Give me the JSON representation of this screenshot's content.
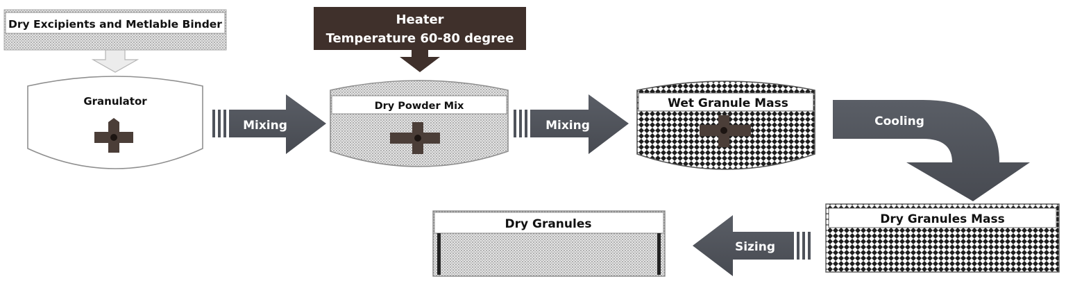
{
  "source_label": "Dry Excipients and Metlable Binder",
  "heater": {
    "title": "Heater",
    "subtitle": "Temperature 60-80 degree"
  },
  "granulator_label": "Granulator",
  "dry_powder_label": "Dry Powder Mix",
  "wet_granule_label": "Wet Granule Mass",
  "dry_granules_mass_label": "Dry Granules Mass",
  "dry_granules_label": "Dry Granules",
  "arrows": {
    "mixing_1": "Mixing",
    "mixing_2": "Mixing",
    "cooling": "Cooling",
    "sizing": "Sizing"
  },
  "colors": {
    "arrow": "#4f535b",
    "heater": "#3f302b",
    "impeller": "#4b3e38",
    "fine_pattern": "#8a8a8a",
    "dense_pattern": "#1e1e1e"
  }
}
